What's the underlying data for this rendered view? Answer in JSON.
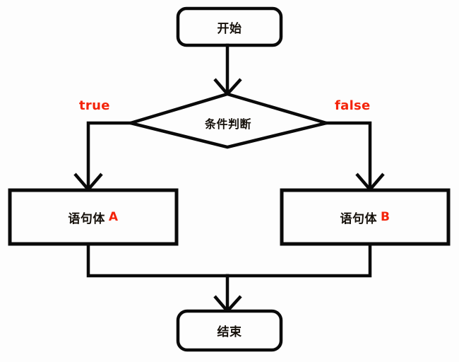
{
  "diagram": {
    "title": "if-else conditional flowchart",
    "background_color": "#fdfdfd",
    "line_color": "#0a0a0a",
    "accent_color": "#f42309",
    "nodes": {
      "start": {
        "label": "开始",
        "shape": "rounded-rectangle"
      },
      "decision": {
        "label": "条件判断",
        "shape": "diamond"
      },
      "process_a": {
        "label": "语句体",
        "accent": "A",
        "shape": "rectangle"
      },
      "process_b": {
        "label": "语句体",
        "accent": "B",
        "shape": "rectangle"
      },
      "end": {
        "label": "结束",
        "shape": "rounded-rectangle"
      }
    },
    "edges": {
      "true_label": "true",
      "false_label": "false"
    }
  }
}
